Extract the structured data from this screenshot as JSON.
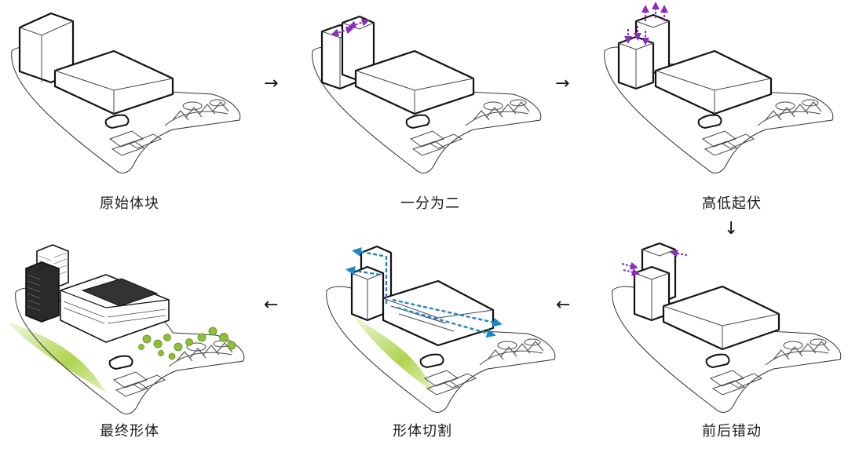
{
  "panels": [
    {
      "id": "p1",
      "caption": "原始体块"
    },
    {
      "id": "p2",
      "caption": "一分为二"
    },
    {
      "id": "p3",
      "caption": "高低起伏"
    },
    {
      "id": "p4",
      "caption": "前后错动"
    },
    {
      "id": "p5",
      "caption": "形体切割"
    },
    {
      "id": "p6",
      "caption": "最终形体"
    }
  ],
  "arrows": {
    "a1": "→",
    "a2": "→",
    "a3": "↓",
    "a4": "←",
    "a5": "←"
  },
  "colors": {
    "outline": "#111111",
    "purple_arrows": "#8a2dbf",
    "blue_cut_lines": "#1e86c8",
    "green_landscape": "#a6cf3c",
    "trees": "#8fbf3a"
  }
}
